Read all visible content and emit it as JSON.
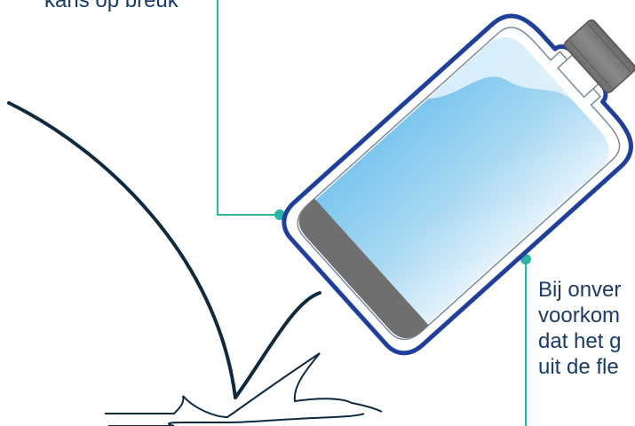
{
  "callouts": {
    "top": {
      "lines": [
        "kans op breuk"
      ]
    },
    "right": {
      "lines": [
        "Bij onver",
        "voorkom",
        "dat het g",
        "uit de fle"
      ]
    }
  },
  "colors": {
    "text": "#1a3a6a",
    "callout_line": "#2bb5a0",
    "bottle_outline": "#1f3f9a",
    "bottle_glass": "#9fd4f0",
    "cap": "#7a7a7a",
    "stroke_dark": "#0f2a3f"
  },
  "icons": {
    "bottle": "glass-vial-icon",
    "impact": "impact-splash-icon"
  }
}
